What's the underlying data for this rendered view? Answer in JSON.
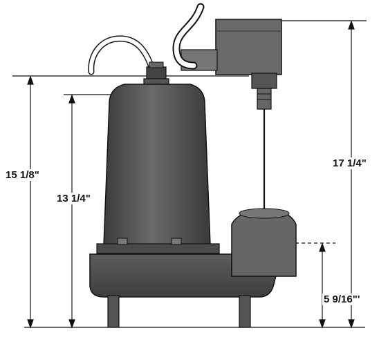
{
  "dimensions": {
    "overall_height": "15 1/8\"",
    "motor_height": "13 1/4\"",
    "total_height": "17 1/4\"",
    "base_height": "5 9/16\"'"
  },
  "colors": {
    "pump_fill": "#555555",
    "switch_fill": "#707070",
    "line": "#111111"
  }
}
